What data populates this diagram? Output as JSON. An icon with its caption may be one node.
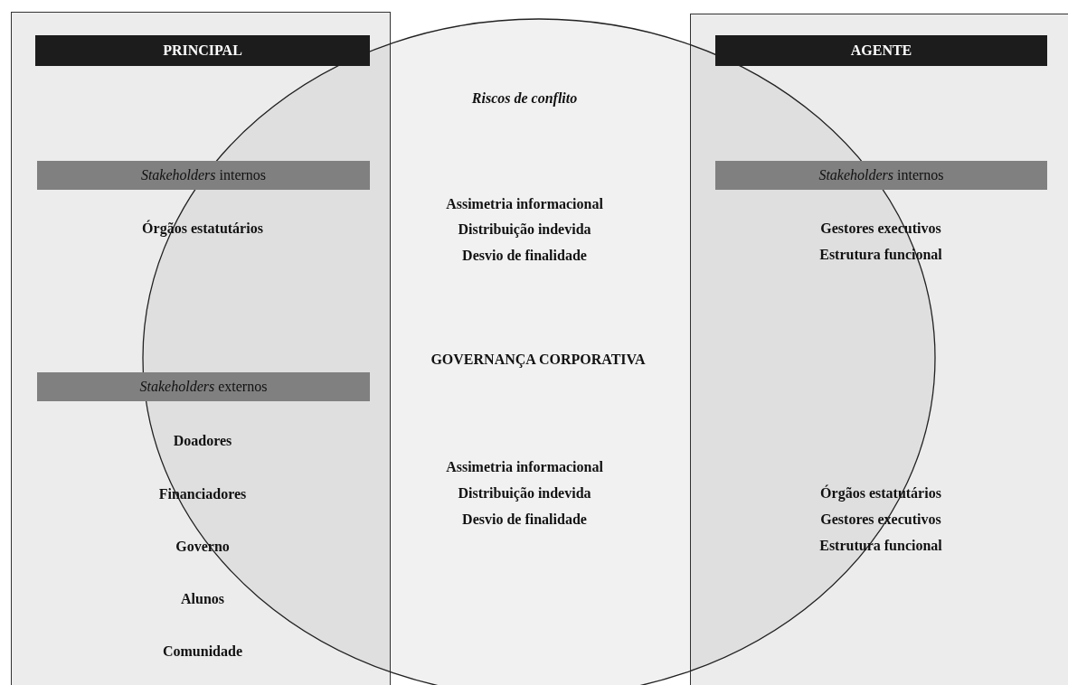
{
  "diagram": {
    "nodes": [
      {
        "text": [],
        "shape": "box"
      },
      {
        "text": [
          "PRINCIPAL"
        ],
        "in": 0
      },
      {
        "text": [
          "*Stakeholders* internos"
        ],
        "in": 0
      },
      {
        "text": [
          "*Stakeholders* externos"
        ],
        "in": 0
      },
      {
        "text": [],
        "shape": "box"
      },
      {
        "text": [
          "AGENTE"
        ],
        "in": 4
      },
      {
        "text": [
          "*Stakeholders* internos"
        ],
        "in": 4
      },
      {
        "text": [],
        "shape": "circle"
      }
    ],
    "edges": [],
    "labels": [
      "Riscos de conflito",
      "Órgãos estatutários",
      "Assimetria informacional",
      "Distribuição indevida",
      "Desvio de finalidade",
      "Gestores executivos",
      "Estrutura funcional",
      "GOVERNANÇA CORPORATIVA",
      "Doadores",
      "Assimetria informacional",
      "Financiadores",
      "Distribuição indevida",
      "Órgãos estatutários",
      "Desvio de finalidade",
      "Gestores executivos",
      "Governo",
      "Estrutura funcional",
      "Alunos",
      "Comunidade"
    ]
  }
}
